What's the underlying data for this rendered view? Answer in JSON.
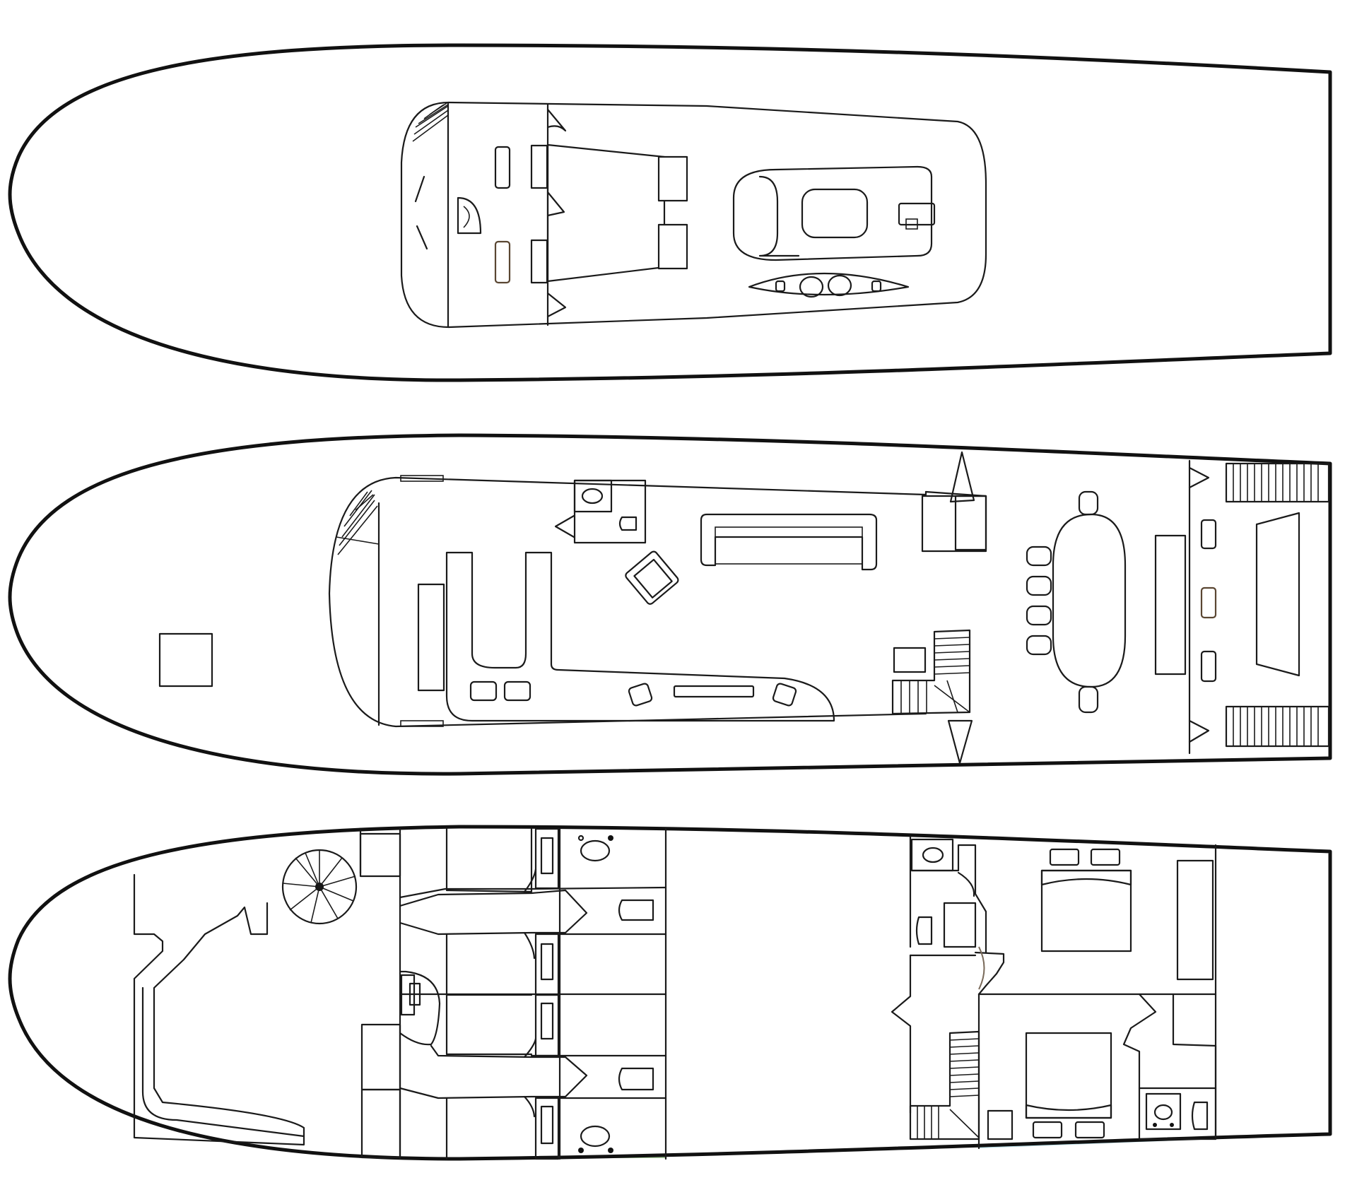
{
  "diagram": {
    "type": "yacht general arrangement (three deck plans)",
    "decks": [
      {
        "key": "sun_deck",
        "position": "top"
      },
      {
        "key": "main_deck",
        "position": "middle"
      },
      {
        "key": "lower_deck",
        "position": "bottom"
      }
    ],
    "cabin_colors": {
      "guest_cabin_orange": "#ecae57",
      "guest_cabin_green": "#a6cb9a",
      "cabin_lilac": "#d7c4dc",
      "cabin_blue": "#b4dae2"
    },
    "line_color": "#111111",
    "background": "#ffffff"
  }
}
